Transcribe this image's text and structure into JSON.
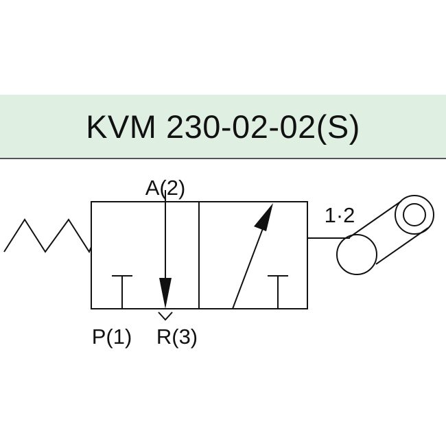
{
  "title": "KVM 230-02-02(S)",
  "colors": {
    "band": "#dff0e3",
    "line": "#111111"
  },
  "ports": {
    "a_label": "A(2)",
    "p_label": "P(1)",
    "r_label": "R(3)",
    "position_label": "1·2"
  },
  "symbols": {
    "spring": "spring-return-icon",
    "roller": "roller-lever-actuator-icon"
  }
}
